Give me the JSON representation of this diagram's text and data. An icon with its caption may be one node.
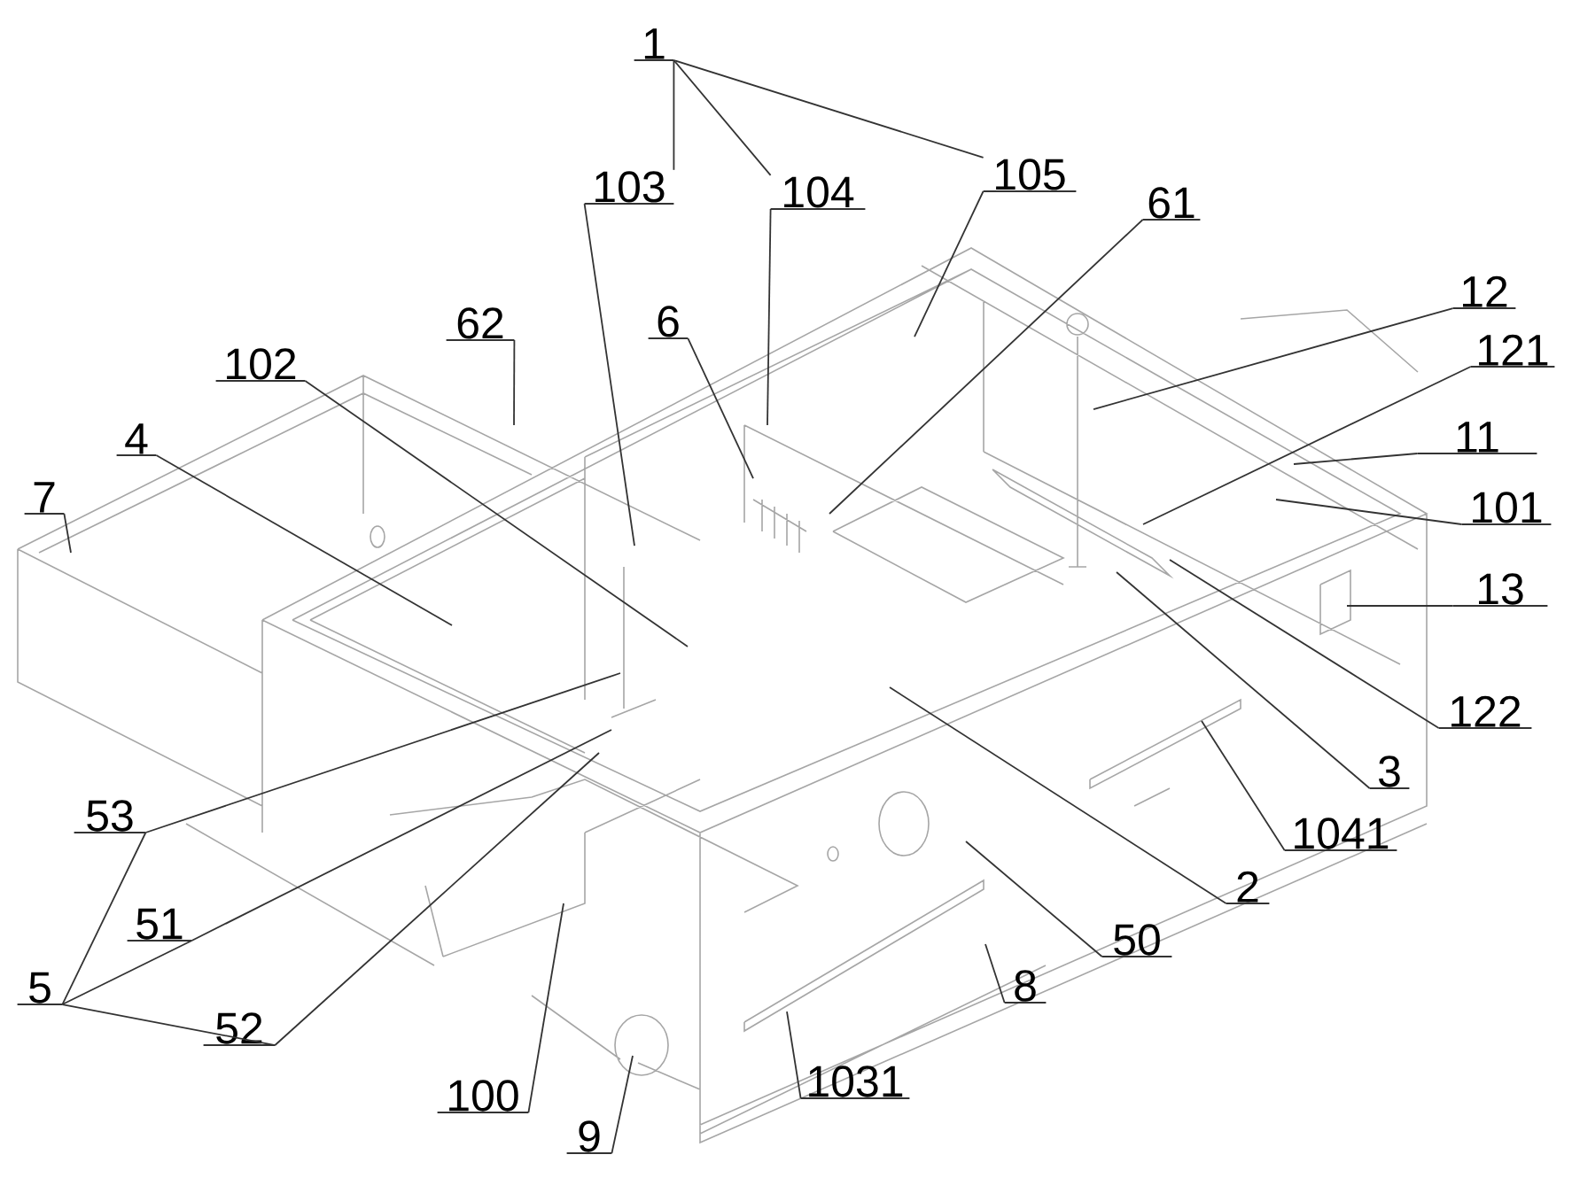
{
  "diagram": {
    "nodes": [
      {
        "text": [
          "1"
        ]
      },
      {
        "text": [
          "103"
        ]
      },
      {
        "text": [
          "104"
        ]
      },
      {
        "text": [
          "105"
        ]
      },
      {
        "text": [
          "61"
        ]
      },
      {
        "text": [
          "62"
        ]
      },
      {
        "text": [
          "6"
        ]
      },
      {
        "text": [
          "102"
        ]
      },
      {
        "text": [
          "12"
        ]
      },
      {
        "text": [
          "121"
        ]
      },
      {
        "text": [
          "4"
        ]
      },
      {
        "text": [
          "7"
        ]
      },
      {
        "text": [
          "11"
        ]
      },
      {
        "text": [
          "101"
        ]
      },
      {
        "text": [
          "13"
        ]
      },
      {
        "text": [
          "122"
        ]
      },
      {
        "text": [
          "3"
        ]
      },
      {
        "text": [
          "1041"
        ]
      },
      {
        "text": [
          "53"
        ]
      },
      {
        "text": [
          "2"
        ]
      },
      {
        "text": [
          "51"
        ]
      },
      {
        "text": [
          "50"
        ]
      },
      {
        "text": [
          "5"
        ]
      },
      {
        "text": [
          "8"
        ]
      },
      {
        "text": [
          "52"
        ]
      },
      {
        "text": [
          "100"
        ]
      },
      {
        "text": [
          "1031"
        ]
      },
      {
        "text": [
          "9"
        ]
      }
    ],
    "edges": [
      {
        "from": 0,
        "to": 1,
        "arrow": "none"
      },
      {
        "from": 0,
        "to": 2,
        "arrow": "none"
      },
      {
        "from": 0,
        "to": 3,
        "arrow": "none"
      },
      {
        "from": 22,
        "to": 18,
        "arrow": "none"
      },
      {
        "from": 22,
        "to": 20,
        "arrow": "none"
      },
      {
        "from": 22,
        "to": 24,
        "arrow": "none"
      },
      {
        "from": 1,
        "to": null,
        "arrow": "none"
      },
      {
        "from": 2,
        "to": null,
        "arrow": "none"
      },
      {
        "from": 3,
        "to": null,
        "arrow": "none"
      },
      {
        "from": 4,
        "to": null,
        "arrow": "none"
      },
      {
        "from": 5,
        "to": null,
        "arrow": "none"
      },
      {
        "from": 6,
        "to": null,
        "arrow": "none"
      },
      {
        "from": 7,
        "to": null,
        "arrow": "none"
      },
      {
        "from": 8,
        "to": null,
        "arrow": "none"
      },
      {
        "from": 9,
        "to": null,
        "arrow": "none"
      },
      {
        "from": 10,
        "to": null,
        "arrow": "none"
      },
      {
        "from": 11,
        "to": null,
        "arrow": "none"
      },
      {
        "from": 12,
        "to": null,
        "arrow": "none"
      },
      {
        "from": 13,
        "to": null,
        "arrow": "none"
      },
      {
        "from": 14,
        "to": null,
        "arrow": "none"
      },
      {
        "from": 15,
        "to": null,
        "arrow": "none"
      },
      {
        "from": 16,
        "to": null,
        "arrow": "none"
      },
      {
        "from": 17,
        "to": null,
        "arrow": "none"
      },
      {
        "from": 18,
        "to": null,
        "arrow": "none"
      },
      {
        "from": 19,
        "to": null,
        "arrow": "none"
      },
      {
        "from": 20,
        "to": null,
        "arrow": "none"
      },
      {
        "from": 21,
        "to": null,
        "arrow": "none"
      },
      {
        "from": 23,
        "to": null,
        "arrow": "none"
      },
      {
        "from": 24,
        "to": null,
        "arrow": "none"
      },
      {
        "from": 25,
        "to": null,
        "arrow": "none"
      },
      {
        "from": 26,
        "to": null,
        "arrow": "none"
      },
      {
        "from": 27,
        "to": null,
        "arrow": "none"
      }
    ]
  }
}
